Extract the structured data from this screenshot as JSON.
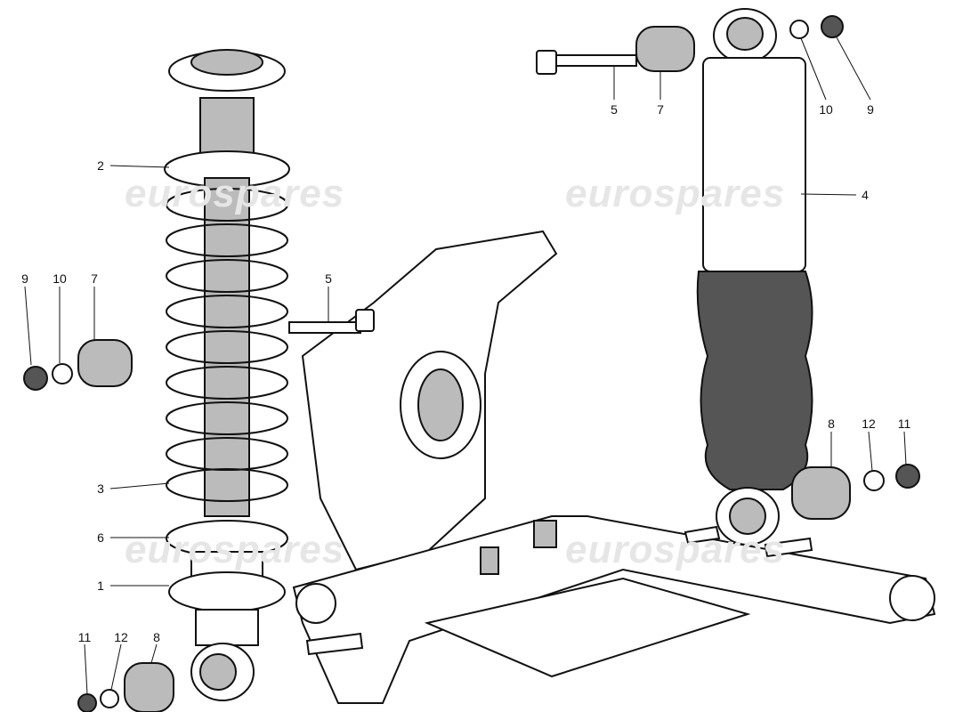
{
  "watermark": "eurospares",
  "callouts_left": [
    {
      "id": "c2",
      "text": "2"
    },
    {
      "id": "c3",
      "text": "3"
    },
    {
      "id": "c6",
      "text": "6"
    },
    {
      "id": "c1",
      "text": "1"
    },
    {
      "id": "c9a",
      "text": "9"
    },
    {
      "id": "c10a",
      "text": "10"
    },
    {
      "id": "c7a",
      "text": "7"
    },
    {
      "id": "c5a",
      "text": "5"
    },
    {
      "id": "c11a",
      "text": "11"
    },
    {
      "id": "c12a",
      "text": "12"
    },
    {
      "id": "c8a",
      "text": "8"
    }
  ],
  "callouts_right": [
    {
      "id": "c5b",
      "text": "5"
    },
    {
      "id": "c7b",
      "text": "7"
    },
    {
      "id": "c10b",
      "text": "10"
    },
    {
      "id": "c9b",
      "text": "9"
    },
    {
      "id": "c4",
      "text": "4"
    },
    {
      "id": "c8b",
      "text": "8"
    },
    {
      "id": "c12b",
      "text": "12"
    },
    {
      "id": "c11b",
      "text": "11"
    }
  ]
}
